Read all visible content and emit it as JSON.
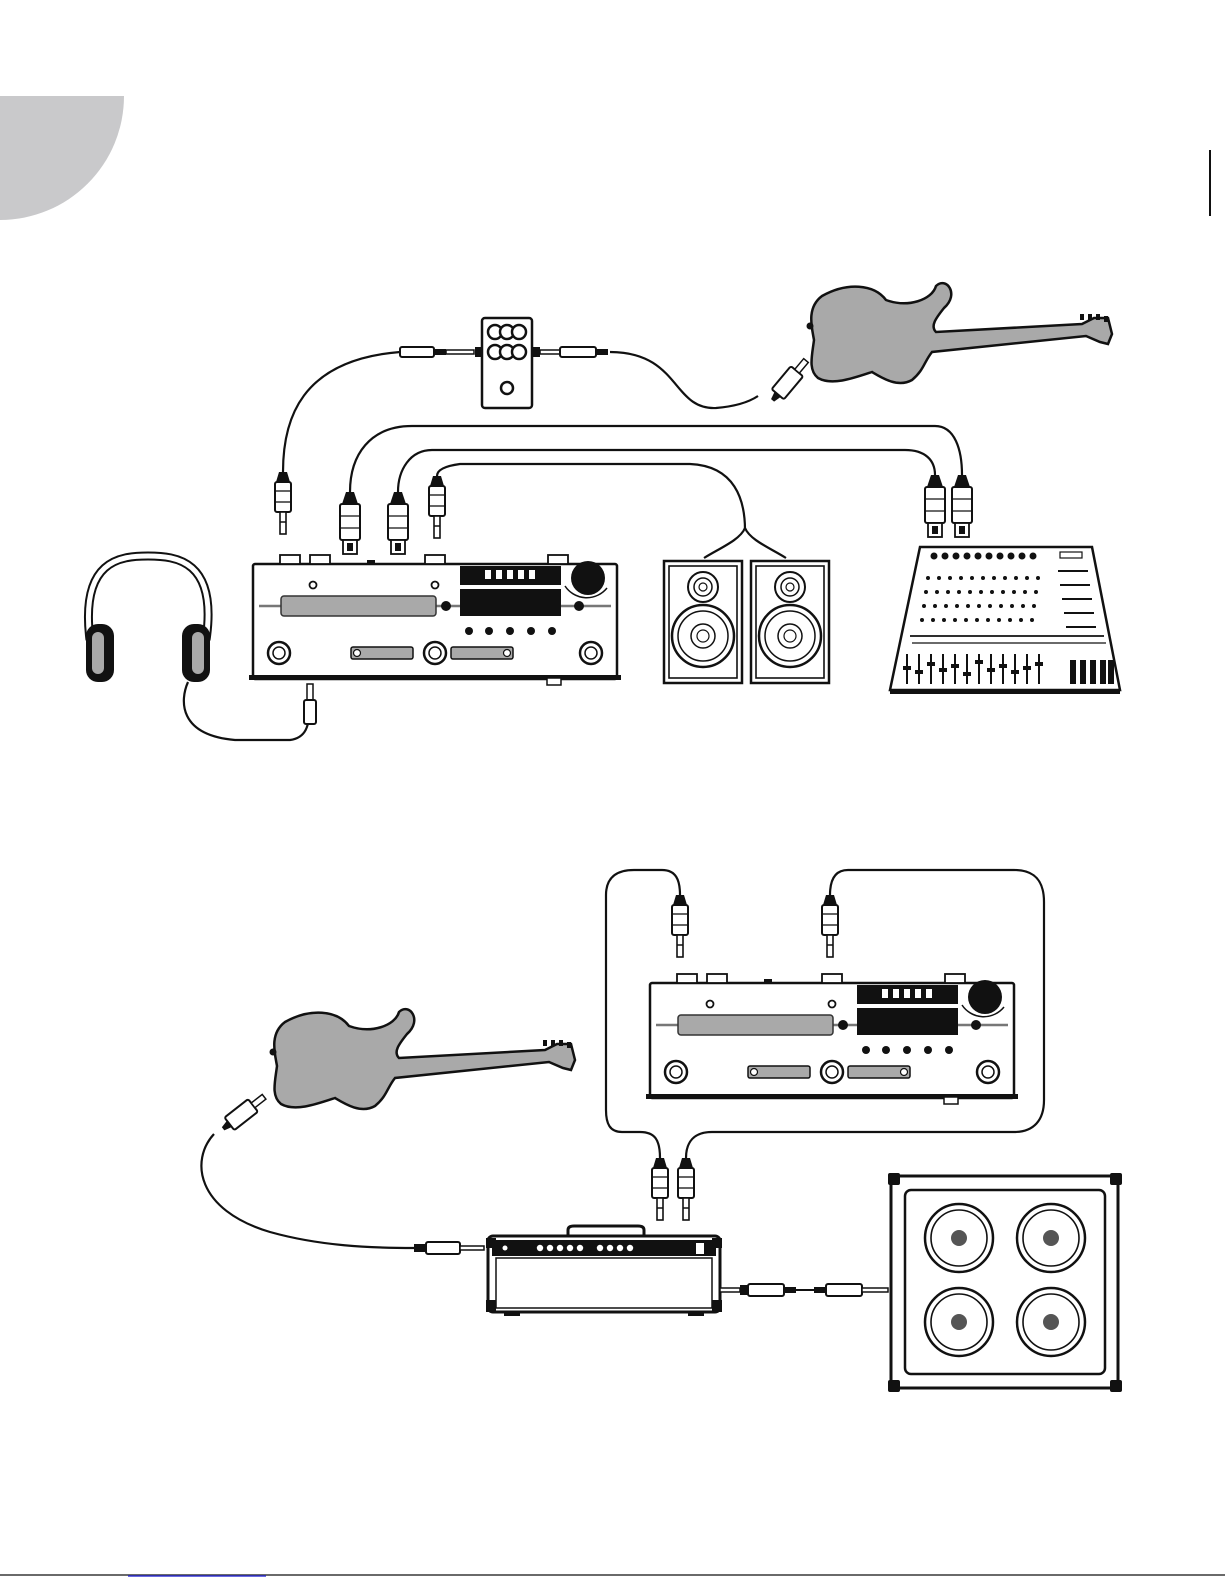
{
  "page": {
    "corner_tab_color": "#c9c9cb",
    "bottom_rule_accent_color": "#3a3ad8"
  },
  "diagrams": [
    {
      "id": "setup-1",
      "components": [
        "pedal-processor",
        "stompbox-pedal",
        "electric-guitar",
        "headphones",
        "studio-monitor-left",
        "studio-monitor-right",
        "mixing-console"
      ]
    },
    {
      "id": "setup-2",
      "components": [
        "pedal-processor",
        "electric-guitar",
        "amp-head",
        "speaker-cabinet-4x12"
      ]
    }
  ]
}
